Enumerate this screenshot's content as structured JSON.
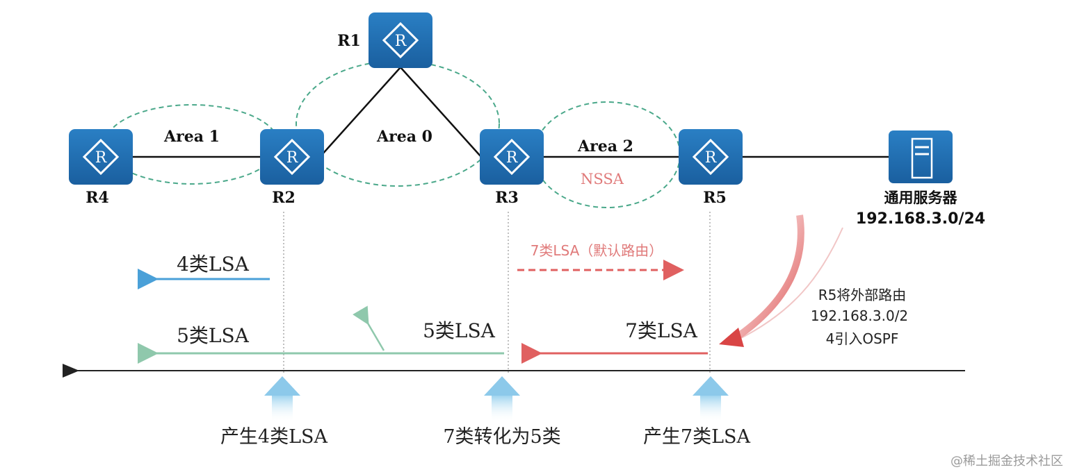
{
  "routers": [
    {
      "id": "R1",
      "label": "R1"
    },
    {
      "id": "R2",
      "label": "R2"
    },
    {
      "id": "R3",
      "label": "R3"
    },
    {
      "id": "R4",
      "label": "R4"
    },
    {
      "id": "R5",
      "label": "R5"
    }
  ],
  "router_glyph": "R",
  "areas": {
    "area0": "Area 0",
    "area1": "Area 1",
    "area2": "Area 2",
    "nssa": "NSSA"
  },
  "server": {
    "name": "通用服务器",
    "subnet": "192.168.3.0/24"
  },
  "annotation": {
    "line1": "R5将外部路由",
    "line2": "192.168.3.0/2",
    "line3": "4引入OSPF"
  },
  "arrows": {
    "lsa4": "4类LSA",
    "lsa7_default": "7类LSA（默认路由）",
    "lsa5_left": "5类LSA",
    "lsa5_mid": "5类LSA",
    "lsa7": "7类LSA"
  },
  "bottom_labels": {
    "gen4": "产生4类LSA",
    "convert": "7类转化为5类",
    "gen7": "产生7类LSA"
  },
  "watermark": "@稀土掘金技术社区",
  "colors": {
    "router_fill": "#1f6fb5",
    "area_dash": "#4aa88a",
    "lsa4_arrow": "#4aa0d8",
    "lsa5_arrow": "#8fc8ac",
    "lsa7_arrow": "#e06060",
    "nssa_text": "#e07a7a"
  }
}
